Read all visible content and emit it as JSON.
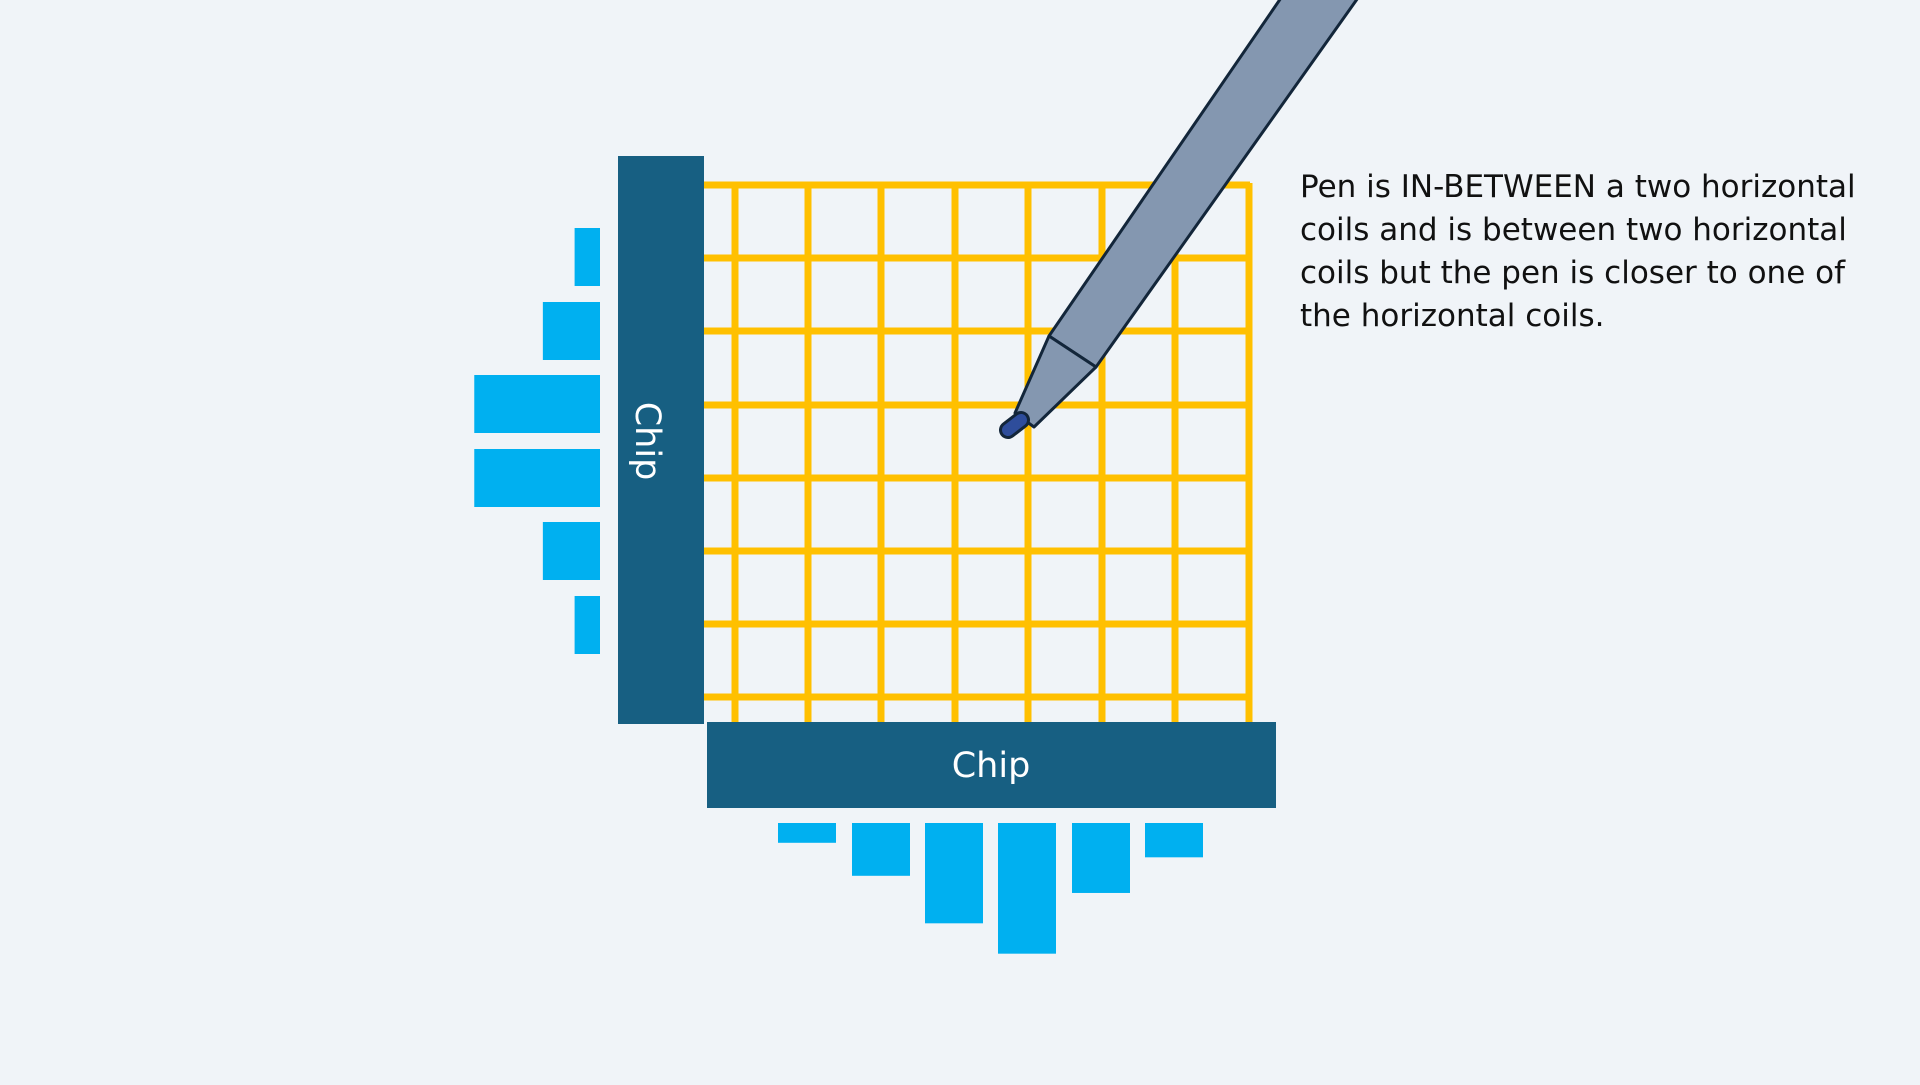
{
  "caption": "Pen is IN-BETWEEN a two horizontal coils and is between two horizontal coils but the pen is closer to one of the horizontal coils.",
  "left_chip": {
    "label": "Chip"
  },
  "bottom_chip": {
    "label": "Chip"
  },
  "horizontal_coil_signals": [
    0.2,
    0.45,
    0.99,
    0.99,
    0.45,
    0.2
  ],
  "vertical_coil_signals": [
    0.15,
    0.4,
    0.76,
    0.99,
    0.53,
    0.26
  ],
  "colors": {
    "background": "#F0F4F8",
    "grid": "#FFC000",
    "chip": "#175F82",
    "signal_bar": "#00B0F0",
    "pen_body": "#8497B0",
    "pen_outline": "#13263A",
    "pen_tip": "#2E4D9B",
    "text": "#111111"
  }
}
